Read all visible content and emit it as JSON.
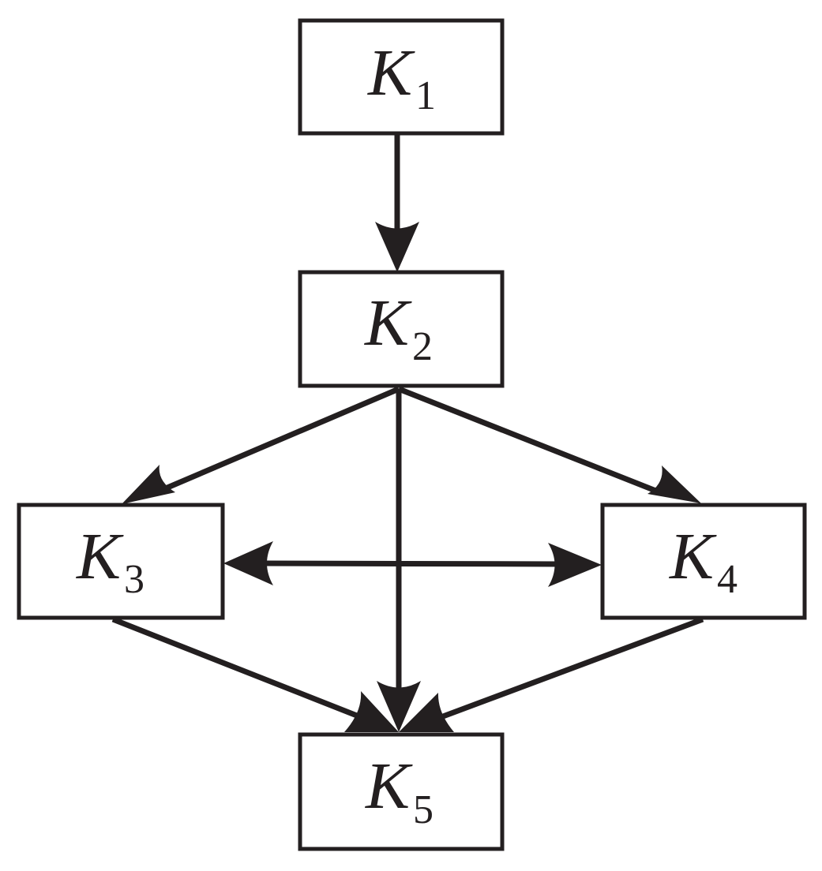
{
  "diagram": {
    "nodes": [
      {
        "id": "k1",
        "letter": "K",
        "subscript": "1"
      },
      {
        "id": "k2",
        "letter": "K",
        "subscript": "2"
      },
      {
        "id": "k3",
        "letter": "K",
        "subscript": "3"
      },
      {
        "id": "k4",
        "letter": "K",
        "subscript": "4"
      },
      {
        "id": "k5",
        "letter": "K",
        "subscript": "5"
      }
    ],
    "edges": [
      {
        "from": "k1",
        "to": "k2",
        "direction": "forward"
      },
      {
        "from": "k2",
        "to": "k3",
        "direction": "forward"
      },
      {
        "from": "k2",
        "to": "k4",
        "direction": "forward"
      },
      {
        "from": "k2",
        "to": "k5",
        "direction": "forward"
      },
      {
        "from": "k3",
        "to": "k4",
        "direction": "bidirectional"
      },
      {
        "from": "k3",
        "to": "k5",
        "direction": "forward"
      },
      {
        "from": "k4",
        "to": "k5",
        "direction": "forward"
      }
    ],
    "colors": {
      "stroke": "#231f20",
      "background": "#ffffff"
    }
  }
}
